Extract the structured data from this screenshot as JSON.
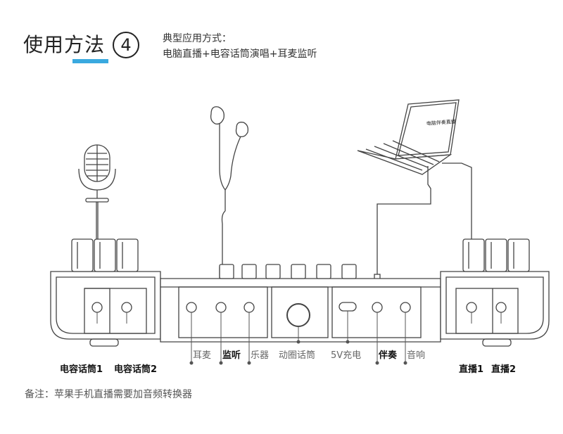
{
  "header": {
    "title": "使用方法",
    "step_number": "4",
    "subtitle_line1": "典型应用方式：",
    "subtitle_line2": "电脑直播+电容话筒演唱+耳麦监听"
  },
  "laptop": {
    "screen_text": "电脑伴奏直播"
  },
  "ports": {
    "mic1": "电容话筒1",
    "mic2": "电容话筒2",
    "headset": "耳麦",
    "monitor": "监听",
    "instrument": "乐器",
    "dynamic_mic": "动圈话筒",
    "charge": "5V充电",
    "accompaniment": "伴奏",
    "speaker": "音响",
    "live1": "直播1",
    "live2": "直播2"
  },
  "note": "备注：苹果手机直播需要加音频转换器",
  "colors": {
    "accent": "#3aa9df",
    "line": "#444444"
  }
}
